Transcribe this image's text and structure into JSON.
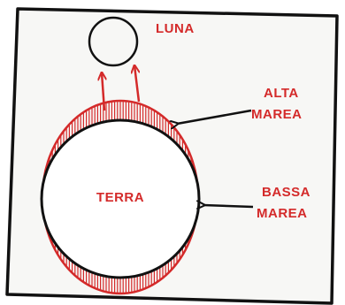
{
  "diagram": {
    "labels": {
      "moon": "LUNA",
      "earth": "TERRA",
      "high_tide_line1": "ALTA",
      "high_tide_line2": "MAREA",
      "low_tide_line1": "BASSA",
      "low_tide_line2": "MAREA"
    },
    "colors": {
      "ink": "#111111",
      "accent": "#d42a2a",
      "background": "#f7f7f5"
    }
  }
}
